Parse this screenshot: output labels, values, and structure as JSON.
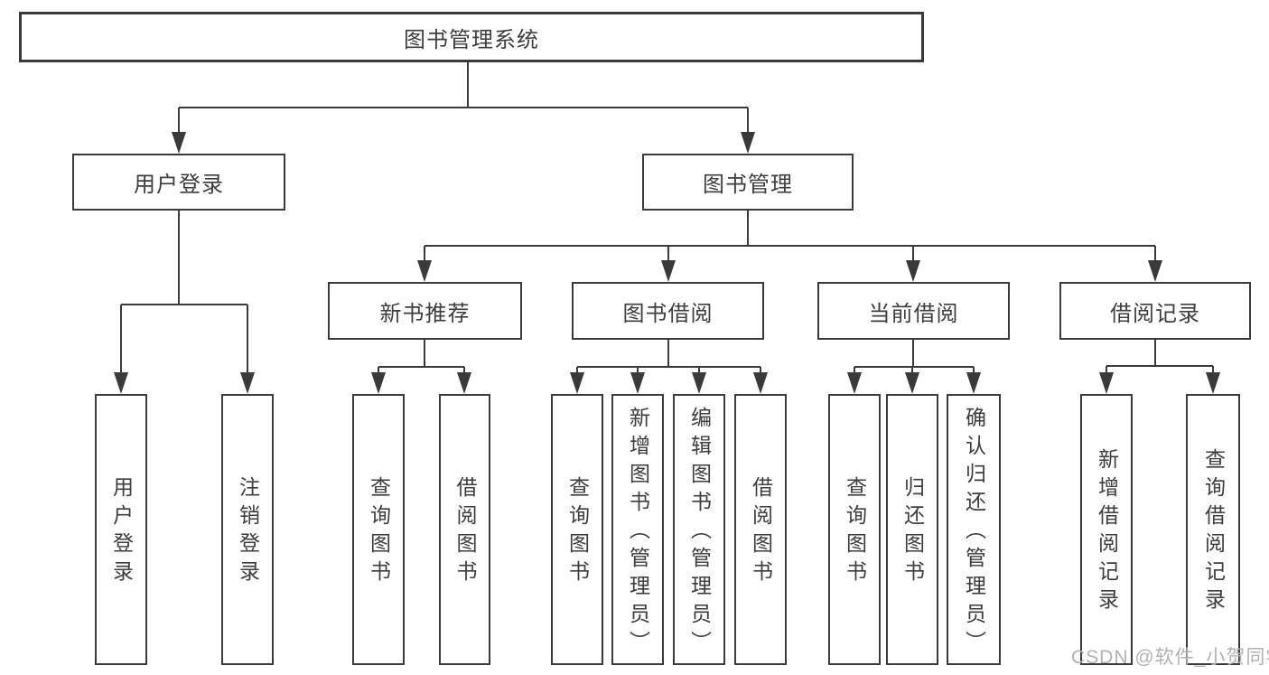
{
  "diagram": {
    "title": "图书管理系统",
    "watermark": "CSDN @软件_小贺同学",
    "colors": {
      "line": "#3a3a3a",
      "border": "#3a3a3a",
      "text": "#3d3d3d",
      "background": "#ffffff",
      "watermark": "#b2b2b2"
    },
    "nodes": {
      "root": {
        "label": "图书管理系统"
      },
      "user_login": {
        "label": "用户登录"
      },
      "book_mgmt": {
        "label": "图书管理"
      },
      "new_book_rec": {
        "label": "新书推荐"
      },
      "book_borrow": {
        "label": "图书借阅"
      },
      "current_borrow": {
        "label": "当前借阅"
      },
      "borrow_record": {
        "label": "借阅记录"
      },
      "login_leaf": {
        "label": "用户登录"
      },
      "logout_leaf": {
        "label": "注销登录"
      },
      "nbr_query": {
        "label": "查询图书"
      },
      "nbr_borrow": {
        "label": "借阅图书"
      },
      "bb_query": {
        "label": "查询图书"
      },
      "bb_add": {
        "label": "新增图书（管理员）"
      },
      "bb_edit": {
        "label": "编辑图书（管理员）"
      },
      "bb_borrow": {
        "label": "借阅图书"
      },
      "cb_query": {
        "label": "查询图书"
      },
      "cb_return": {
        "label": "归还图书"
      },
      "cb_confirm": {
        "label": "确认归还（管理员）"
      },
      "br_add": {
        "label": "新增借阅记录"
      },
      "br_query": {
        "label": "查询借阅记录"
      }
    },
    "edges": [
      [
        "图书管理系统",
        "用户登录"
      ],
      [
        "图书管理系统",
        "图书管理"
      ],
      [
        "用户登录",
        "用户登录"
      ],
      [
        "用户登录",
        "注销登录"
      ],
      [
        "图书管理",
        "新书推荐"
      ],
      [
        "图书管理",
        "图书借阅"
      ],
      [
        "图书管理",
        "当前借阅"
      ],
      [
        "图书管理",
        "借阅记录"
      ],
      [
        "新书推荐",
        "查询图书"
      ],
      [
        "新书推荐",
        "借阅图书"
      ],
      [
        "图书借阅",
        "查询图书"
      ],
      [
        "图书借阅",
        "新增图书（管理员）"
      ],
      [
        "图书借阅",
        "编辑图书（管理员）"
      ],
      [
        "图书借阅",
        "借阅图书"
      ],
      [
        "当前借阅",
        "查询图书"
      ],
      [
        "当前借阅",
        "归还图书"
      ],
      [
        "当前借阅",
        "确认归还（管理员）"
      ],
      [
        "借阅记录",
        "新增借阅记录"
      ],
      [
        "借阅记录",
        "查询借阅记录"
      ]
    ]
  }
}
